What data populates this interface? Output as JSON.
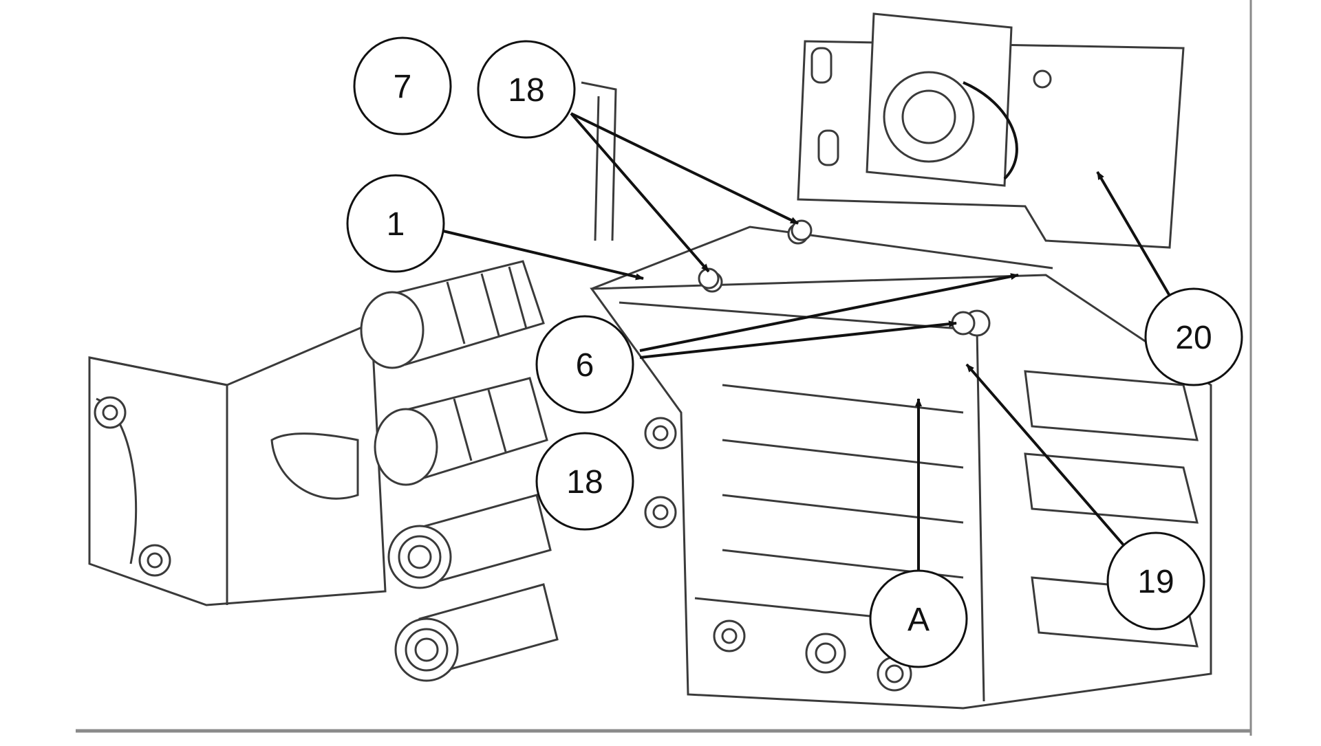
{
  "diagram": {
    "callouts": [
      {
        "id": "c7",
        "label": "7"
      },
      {
        "id": "c18a",
        "label": "18"
      },
      {
        "id": "c1",
        "label": "1"
      },
      {
        "id": "c6",
        "label": "6"
      },
      {
        "id": "c18b",
        "label": "18"
      },
      {
        "id": "c20",
        "label": "20"
      },
      {
        "id": "c19",
        "label": "19"
      },
      {
        "id": "cA",
        "label": "A"
      }
    ],
    "colors": {
      "line": "#3a3a3a",
      "ink": "#111111",
      "fill": "#ffffff",
      "shade": "#eeeeee"
    }
  }
}
